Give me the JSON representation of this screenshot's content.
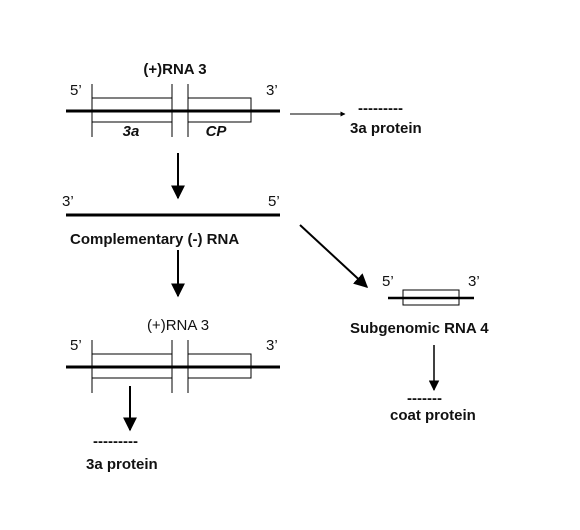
{
  "rna3_top": {
    "title": "(+)RNA 3",
    "end5": "5’",
    "end3": "3’",
    "orf1": "3a",
    "orf2": "CP"
  },
  "protein_3a_top": {
    "dashes": "---------",
    "label": "3a protein"
  },
  "complementary": {
    "end3": "3’",
    "end5": "5’",
    "label": "Complementary (-) RNA"
  },
  "subgenomic": {
    "end5": "5’",
    "end3": "3’",
    "label": "Subgenomic RNA 4"
  },
  "coat": {
    "dashes": "-------",
    "label": "coat protein"
  },
  "rna3_bottom": {
    "title": "(+)RNA 3",
    "end5": "5’",
    "end3": "3’"
  },
  "protein_3a_bottom": {
    "dashes": "---------",
    "label": "3a protein"
  }
}
